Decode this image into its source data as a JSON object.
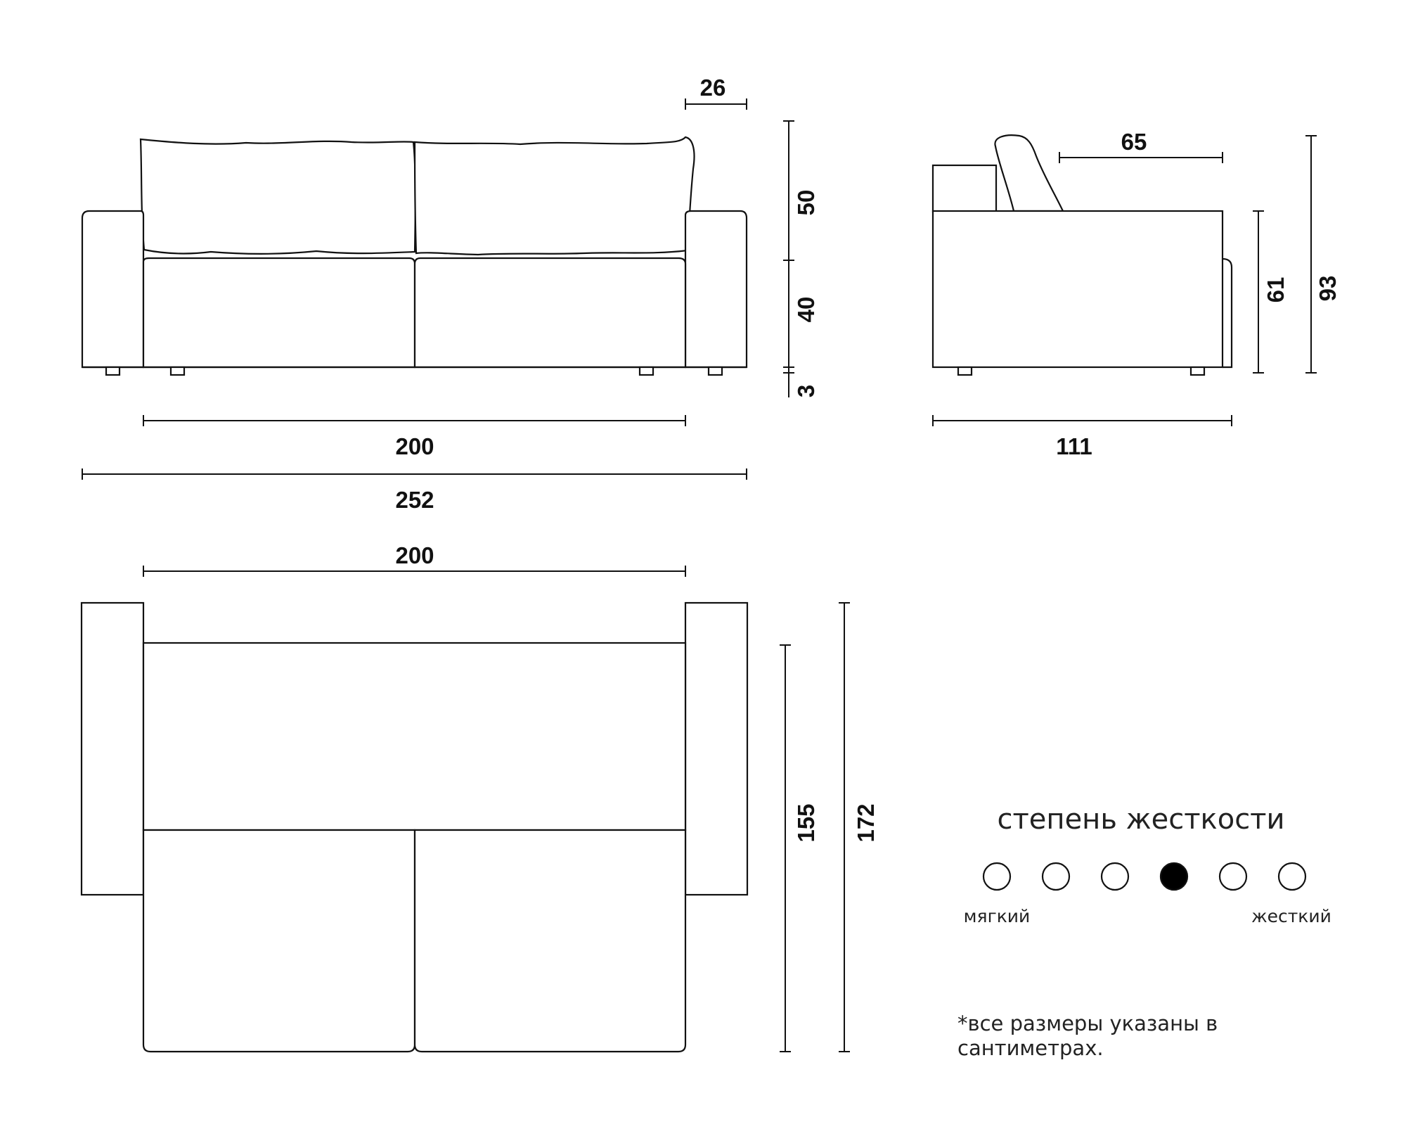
{
  "front_view": {
    "dims": {
      "armrest_width": "26",
      "back_height": "50",
      "seat_height": "40",
      "leg_height": "3",
      "seat_width": "200",
      "total_width": "252"
    }
  },
  "side_view": {
    "dims": {
      "seat_depth": "65",
      "arm_height": "61",
      "total_height": "93",
      "total_depth": "111"
    }
  },
  "top_view": {
    "dims": {
      "sleeping_width": "200",
      "sleeping_length": "155",
      "unfolded_length": "172"
    }
  },
  "firmness": {
    "title": "степень жесткости",
    "soft_label": "мягкий",
    "hard_label": "жесткий",
    "levels": 6,
    "selected": 4
  },
  "footnote": {
    "line1": "*все размеры указаны в",
    "line2": "сантиметрах."
  }
}
